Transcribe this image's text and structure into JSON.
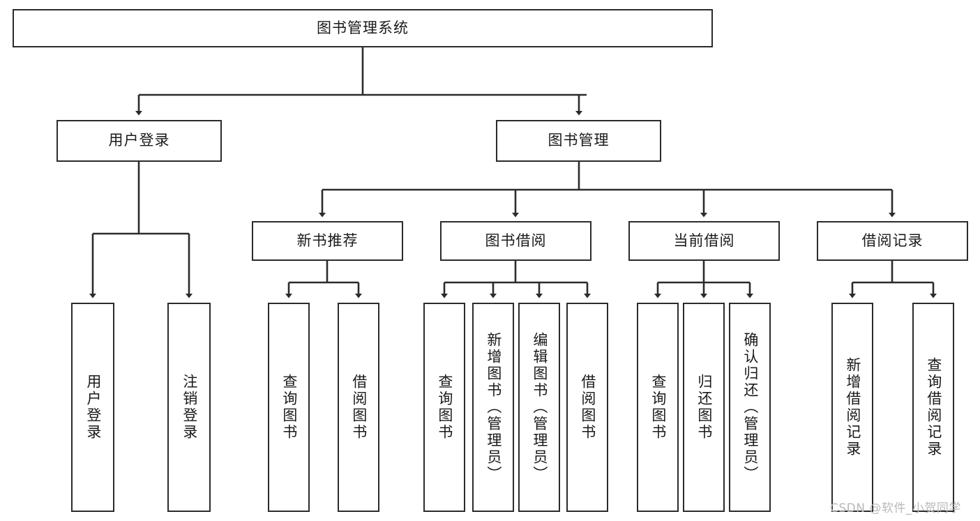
{
  "diagram": {
    "title": "图书管理系统",
    "type": "hierarchy-tree",
    "levels": 4,
    "root": {
      "id": "root",
      "label": "图书管理系统"
    },
    "level2": [
      {
        "id": "user-login",
        "label": "用户登录"
      },
      {
        "id": "book-manage",
        "label": "图书管理"
      }
    ],
    "level3": [
      {
        "id": "new-book-recommend",
        "label": "新书推荐",
        "parent": "book-manage"
      },
      {
        "id": "book-borrow",
        "label": "图书借阅",
        "parent": "book-manage"
      },
      {
        "id": "current-borrow",
        "label": "当前借阅",
        "parent": "book-manage"
      },
      {
        "id": "borrow-record",
        "label": "借阅记录",
        "parent": "book-manage"
      }
    ],
    "leaves": [
      {
        "id": "leaf-user-login",
        "label": "用户登录",
        "parent": "user-login"
      },
      {
        "id": "leaf-logout-login",
        "label": "注销登录",
        "parent": "user-login"
      },
      {
        "id": "leaf-query-book-1",
        "label": "查询图书",
        "parent": "new-book-recommend"
      },
      {
        "id": "leaf-borrow-book-1",
        "label": "借阅图书",
        "parent": "new-book-recommend"
      },
      {
        "id": "leaf-query-book-2",
        "label": "查询图书",
        "parent": "book-borrow"
      },
      {
        "id": "leaf-add-book",
        "label": "新增图书（管理员）",
        "parent": "book-borrow"
      },
      {
        "id": "leaf-edit-book",
        "label": "编辑图书（管理员）",
        "parent": "book-borrow"
      },
      {
        "id": "leaf-borrow-book-2",
        "label": "借阅图书",
        "parent": "book-borrow"
      },
      {
        "id": "leaf-query-book-3",
        "label": "查询图书",
        "parent": "current-borrow"
      },
      {
        "id": "leaf-return-book",
        "label": "归还图书",
        "parent": "current-borrow"
      },
      {
        "id": "leaf-confirm-return",
        "label": "确认归还（管理员）",
        "parent": "current-borrow"
      },
      {
        "id": "leaf-add-record",
        "label": "新增借阅记录",
        "parent": "borrow-record"
      },
      {
        "id": "leaf-query-record",
        "label": "查询借阅记录",
        "parent": "borrow-record"
      }
    ]
  },
  "watermark": {
    "text": "CSDN @软件_小贺同学"
  },
  "colors": {
    "border": "#2b2b2b",
    "background": "#ffffff",
    "text": "#1a1a1a",
    "connector": "#2b2b2b",
    "watermark": "#b9b9b9"
  }
}
